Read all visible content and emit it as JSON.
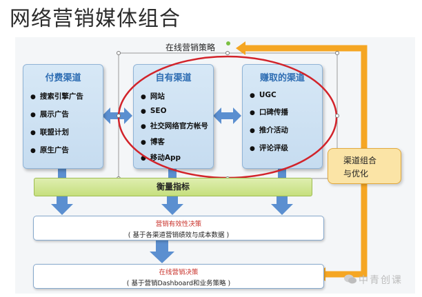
{
  "title": "网络营销媒体组合",
  "strategy_label": "在线营销策略",
  "columns": [
    {
      "title": "付费渠道",
      "items": [
        "搜索引擎广告",
        "展示广告",
        "联盟计划",
        "原生广告"
      ]
    },
    {
      "title": "自有渠道",
      "items": [
        "网站",
        "SEO",
        "社交网络官方帐号",
        "博客",
        "移动App"
      ]
    },
    {
      "title": "赚取的渠道",
      "items": [
        "UGC",
        "口碑传播",
        "推介活动",
        "评论评级"
      ]
    }
  ],
  "measure_label": "衡量指标",
  "decision1": {
    "title": "营销有效性决策",
    "subtitle": "( 基于各渠道营销绩效与成本数据 )"
  },
  "decision2": {
    "title": "在线营销决策",
    "subtitle": "( 基于营销Dashboard和业务策略 )"
  },
  "optimization": {
    "line1": "渠道组合",
    "line2": "与优化"
  },
  "watermark": "中青创课",
  "colors": {
    "blue_arrow": "#5b8fd0",
    "orange_arrow": "#f5a623",
    "red_ellipse": "#d2232a",
    "column_title": "#2e6db3",
    "decision_title": "#c9322b"
  }
}
